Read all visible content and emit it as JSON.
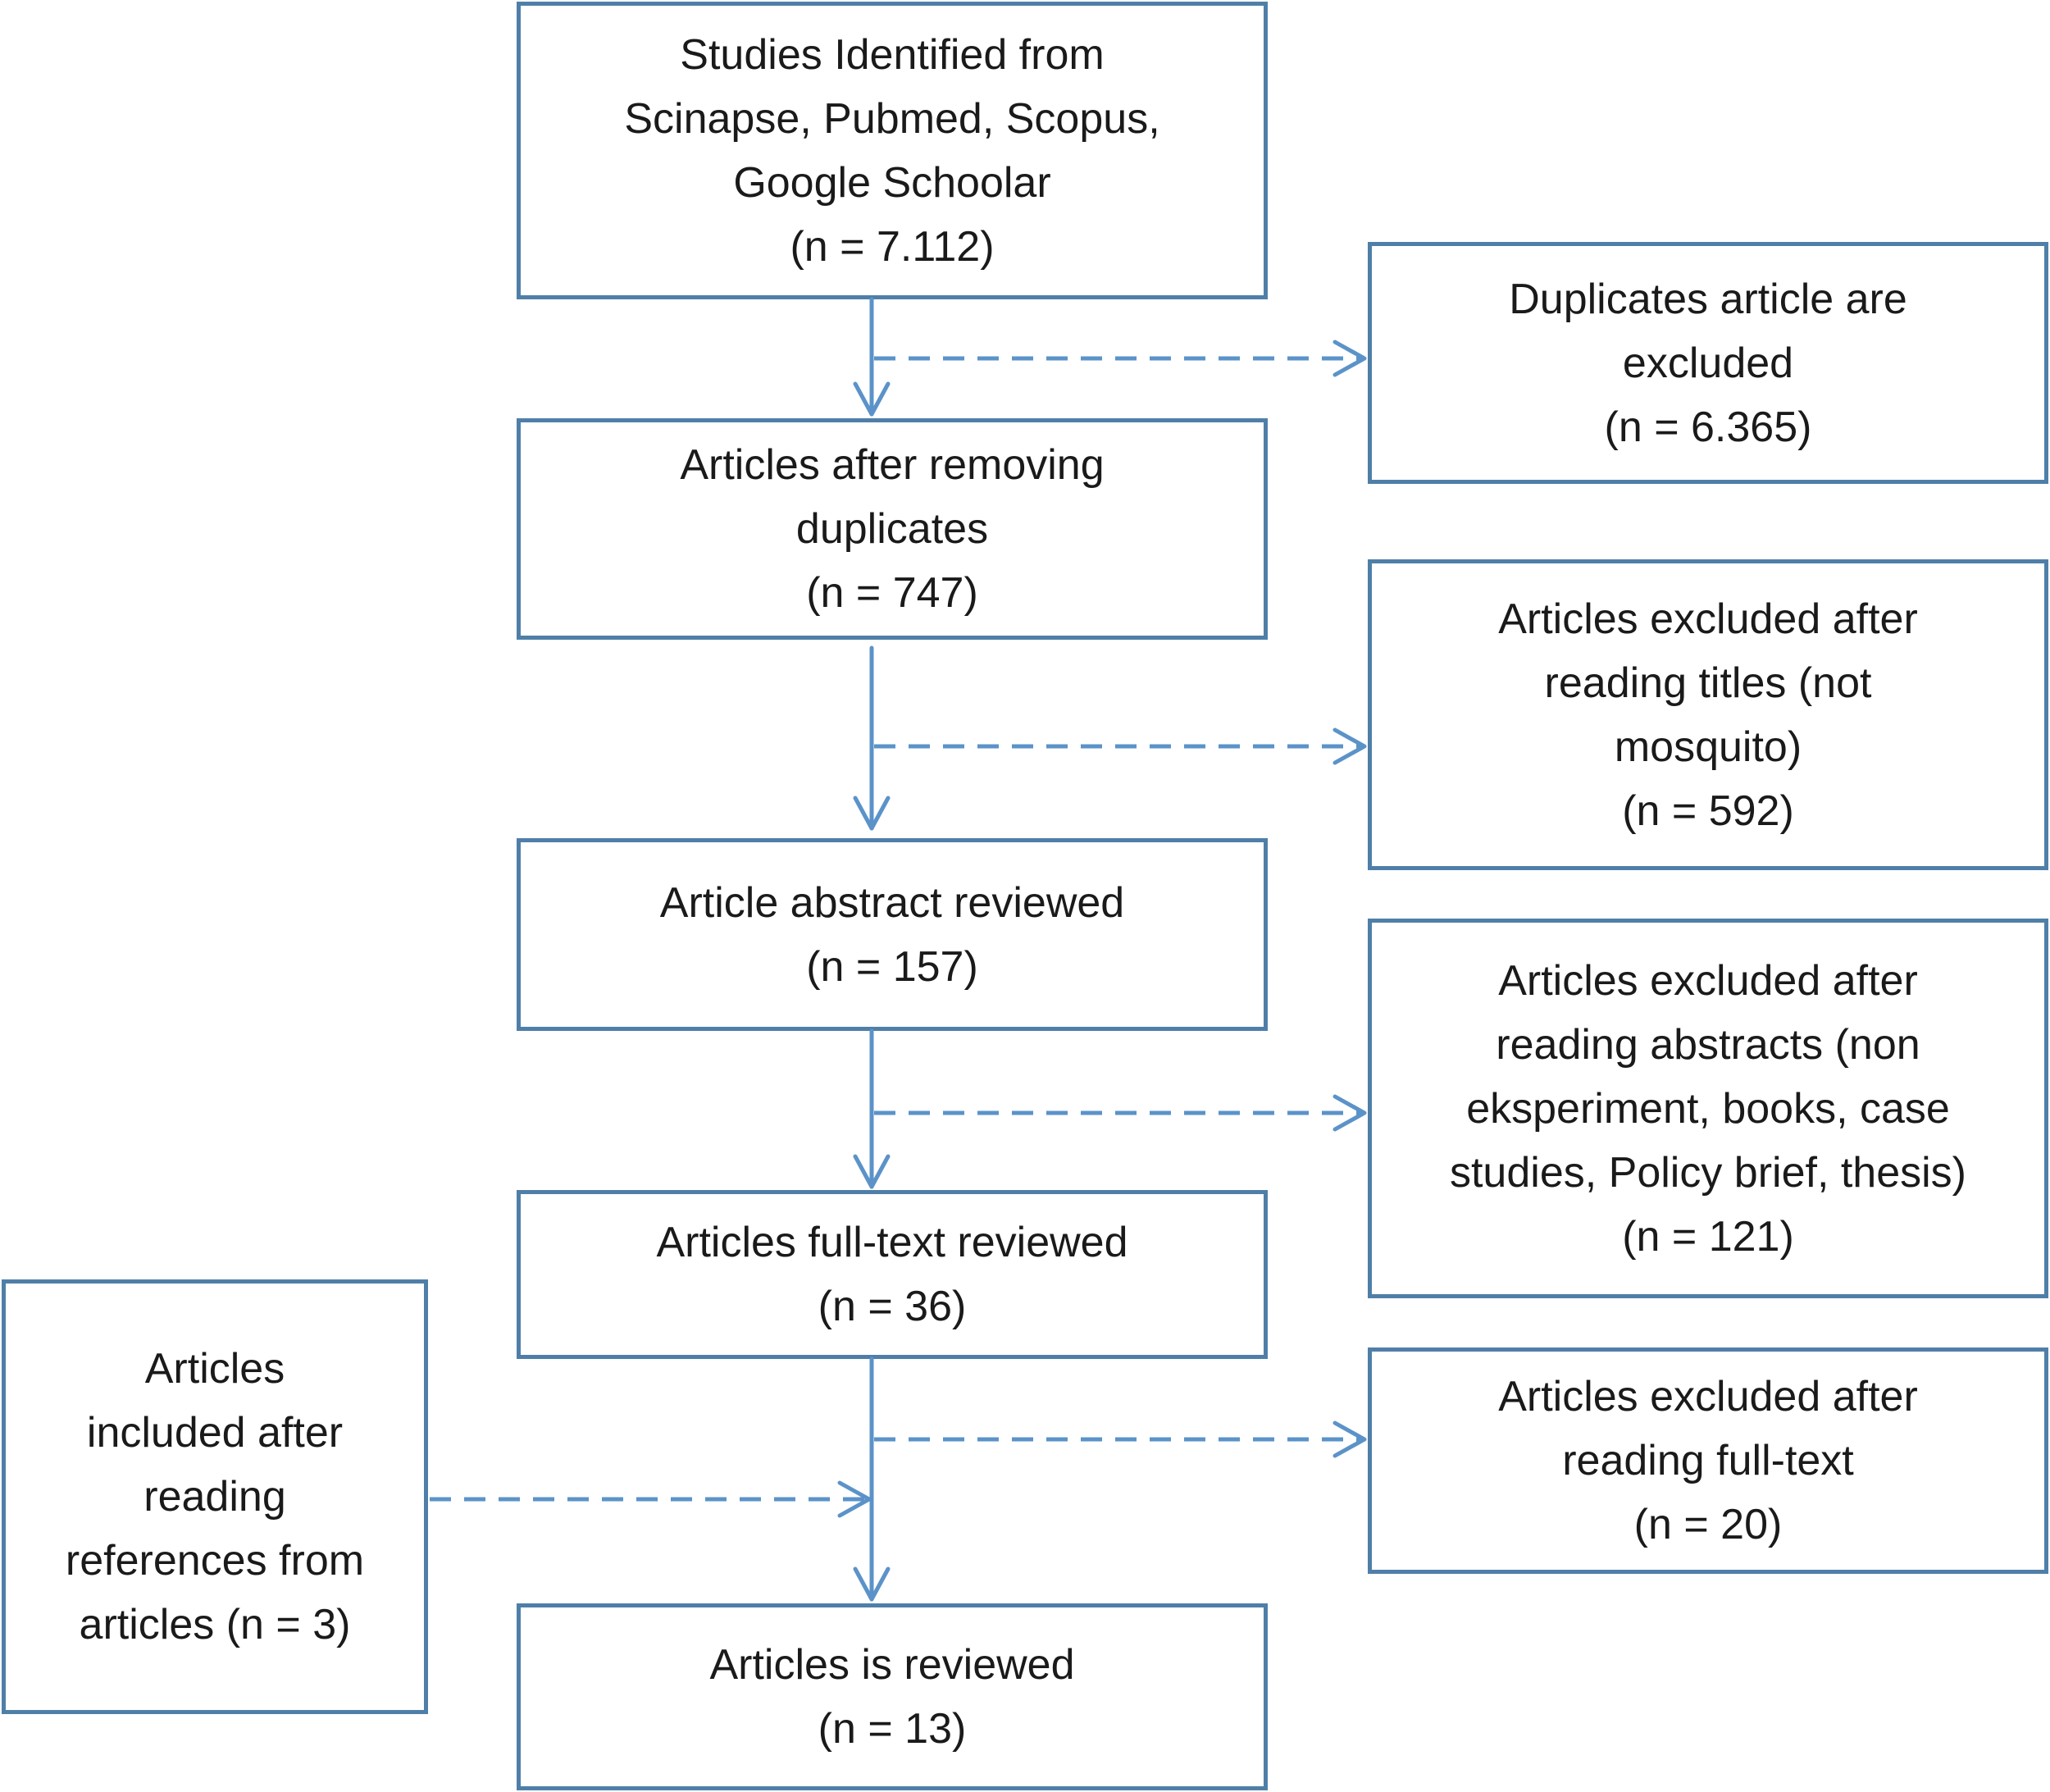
{
  "main_boxes": [
    {
      "lines": [
        "Studies Identified from",
        "Scinapse, Pubmed, Scopus,",
        "Google Schoolar",
        "(n = 7.112)"
      ]
    },
    {
      "lines": [
        "Articles after removing",
        "duplicates",
        "(n = 747)"
      ]
    },
    {
      "lines": [
        "Article abstract reviewed",
        "(n = 157)"
      ]
    },
    {
      "lines": [
        "Articles full-text reviewed",
        "(n = 36)"
      ]
    },
    {
      "lines": [
        "Articles is reviewed",
        "(n = 13)"
      ]
    }
  ],
  "excluded_boxes": [
    {
      "lines": [
        "Duplicates article are",
        "excluded",
        "(n = 6.365)"
      ]
    },
    {
      "lines": [
        "Articles excluded after",
        "reading titles (not",
        "mosquito)",
        "(n = 592)"
      ]
    },
    {
      "lines": [
        "Articles excluded after",
        "reading abstracts (non",
        "eksperiment, books, case",
        "studies, Policy brief, thesis)",
        "(n = 121)"
      ]
    },
    {
      "lines": [
        "Articles excluded after",
        "reading full-text",
        "(n = 20)"
      ]
    }
  ],
  "included_box": {
    "lines": [
      "Articles",
      "included after",
      "reading",
      "references from",
      "articles (n = 3)"
    ]
  },
  "colors": {
    "border": "#4f7fa8",
    "arrow": "#5b93c9",
    "text": "#1a1a1a"
  }
}
